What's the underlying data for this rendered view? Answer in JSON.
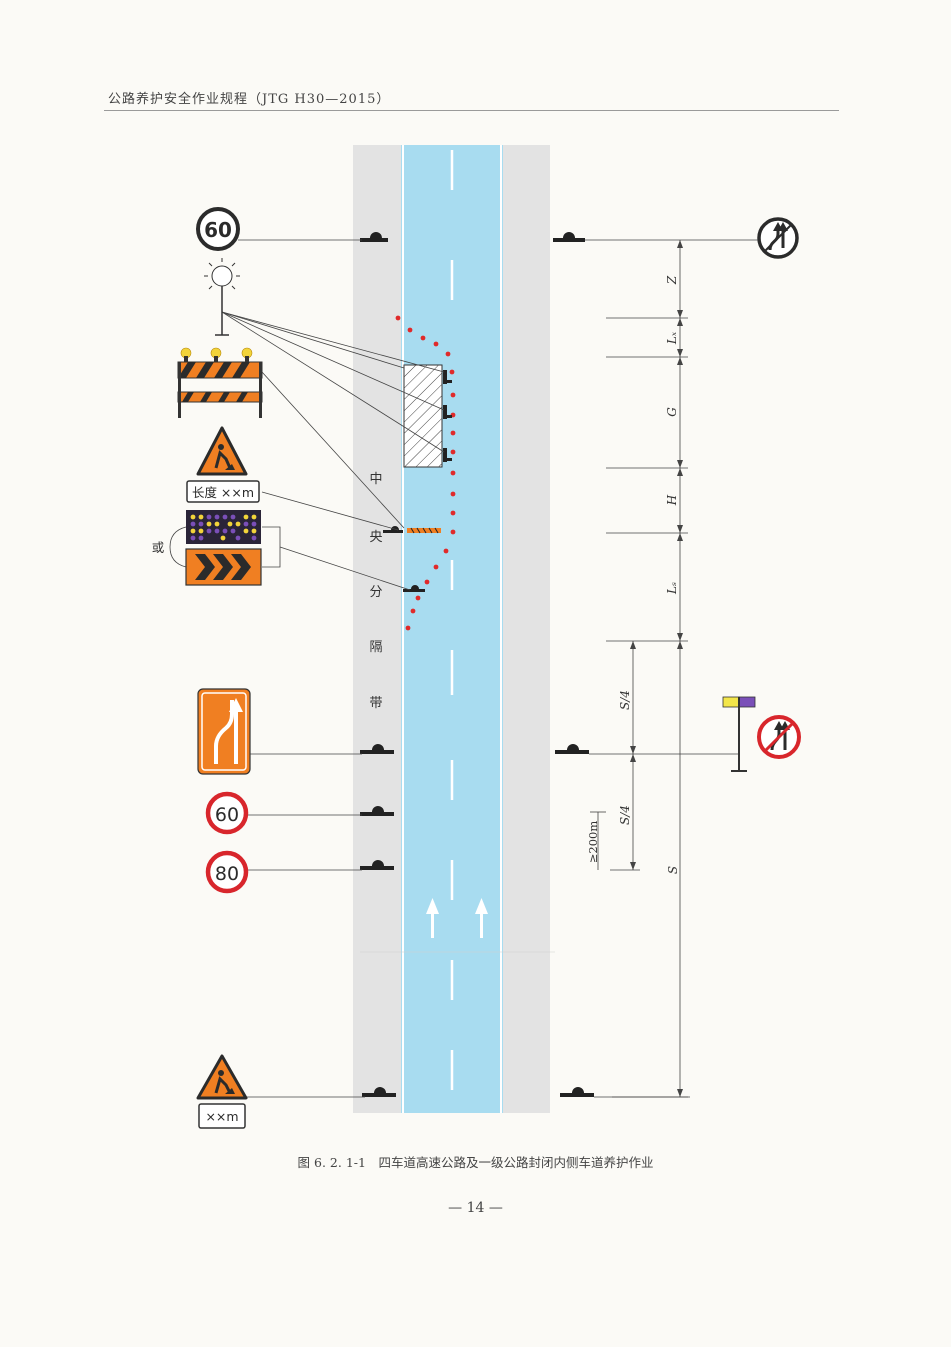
{
  "header": {
    "running_title": "公路养护安全作业规程（JTG H30—2015）"
  },
  "figure": {
    "caption": "图 6. 2. 1-1　四车道高速公路及一级公路封闭内侧车道养护作业",
    "median_label_chars": [
      "中",
      "央",
      "分",
      "隔",
      "带"
    ],
    "alternative_label": "或",
    "length_plate": "长度 ××m",
    "distance_plate": "××m",
    "speed_signs": [
      "60",
      "60",
      "80"
    ],
    "dimensions": {
      "Z": "Z",
      "Lx": "Lₓ",
      "G": "G",
      "H": "H",
      "Ls": "Lₛ",
      "S4_upper": "S/4",
      "S4_lower": "S/4",
      "min_200": "≥200m",
      "S": "S"
    },
    "colors": {
      "road": "#a8dcf0",
      "shoulder": "#e3e3e3",
      "cone": "#e02a2a",
      "sign_orange": "#f07f22",
      "sign_red": "#d8262c"
    }
  },
  "page_number": "— 14 —"
}
